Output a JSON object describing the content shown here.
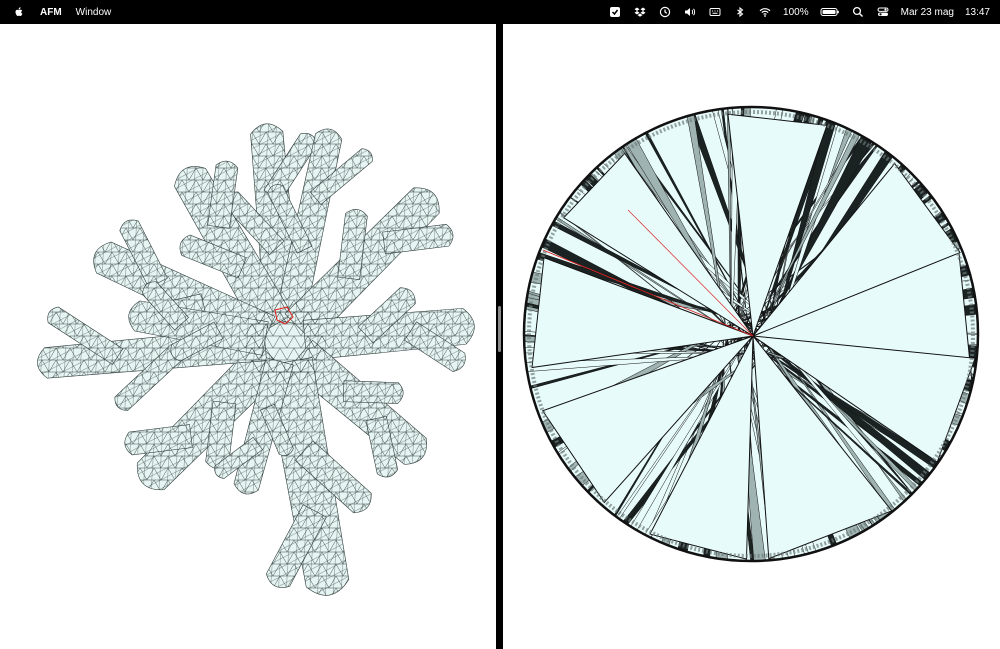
{
  "menubar": {
    "apple_icon": "apple-logo",
    "app_name": "AFM",
    "menus": [
      "Window"
    ],
    "status": {
      "battery_percent": "100%",
      "date": "Mar 23 mag",
      "time": "13:47"
    },
    "icons": [
      "checkbox-icon",
      "dropbox-icon",
      "time-machine-icon",
      "volume-icon",
      "keyboard-icon",
      "bluetooth-icon",
      "wifi-icon",
      "battery-icon",
      "search-icon",
      "control-center-icon"
    ]
  },
  "colors": {
    "mesh_fill": "#e6f4f2",
    "mesh_stroke": "#2f3d3c",
    "disk_fill": "#e8fbfb",
    "highlight": "#e02020"
  }
}
